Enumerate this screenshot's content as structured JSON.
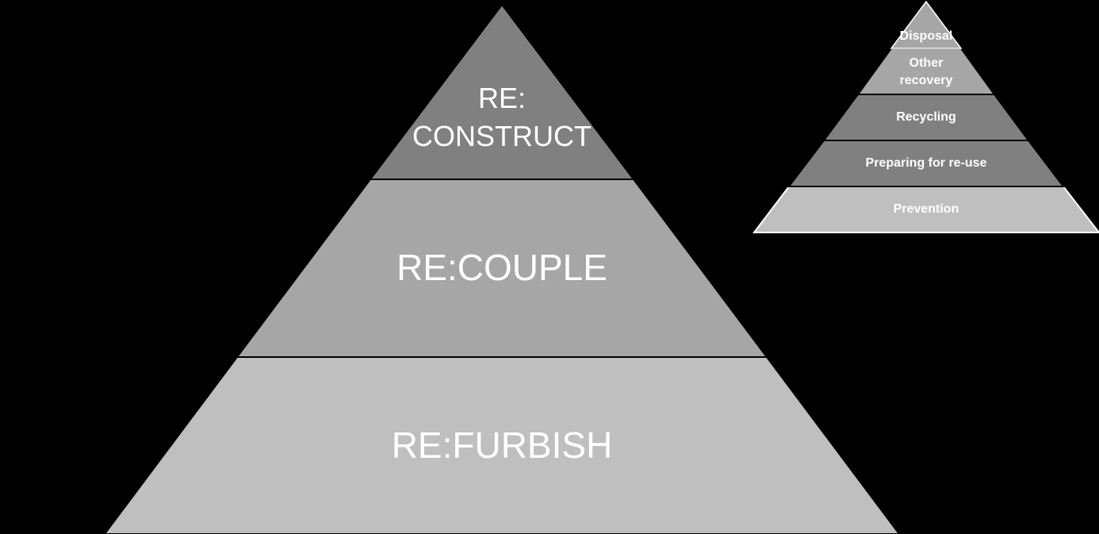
{
  "main_pyramid": {
    "tiers": [
      {
        "line1": "RE:",
        "line2": "CONSTRUCT",
        "fill": "#808080"
      },
      {
        "label": "RE:COUPLE",
        "fill": "#a6a6a6"
      },
      {
        "label": "RE:FURBISH",
        "fill": "#bfbfbf"
      }
    ]
  },
  "waste_hierarchy": {
    "tiers": [
      {
        "label": "Disposal",
        "fill": "#a6a6a6"
      },
      {
        "line1": "Other",
        "line2": "recovery",
        "fill": "#a6a6a6"
      },
      {
        "label": "Recycling",
        "fill": "#808080"
      },
      {
        "label": "Preparing for re-use",
        "fill": "#808080"
      },
      {
        "label": "Prevention",
        "fill": "#bfbfbf"
      }
    ]
  }
}
